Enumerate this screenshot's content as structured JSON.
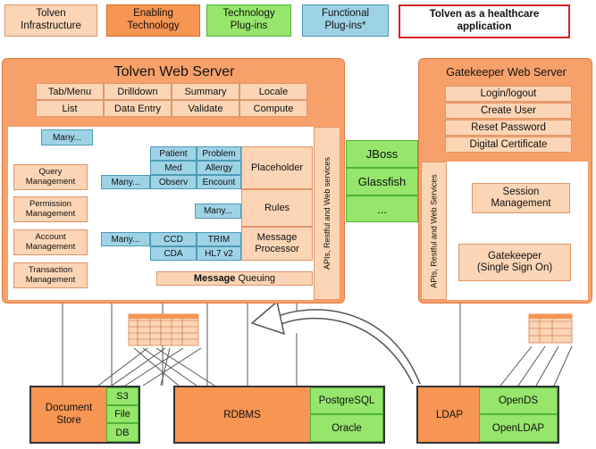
{
  "legend": {
    "infrastructure": "Tolven\nInfrastructure",
    "enabling": "Enabling\nTechnology",
    "technology_plugins": "Technology\nPlug-ins",
    "functional_plugins": "Functional\nPlug-ins*",
    "app": "Tolven as a healthcare\napplication"
  },
  "web_server": {
    "title": "Tolven Web Server",
    "menu": [
      "Tab/Menu",
      "Drilldown",
      "Summary",
      "Locale",
      "List",
      "Data Entry",
      "Validate",
      "Compute"
    ],
    "left_modules": [
      "Query\nManagement",
      "Permission\nManagement",
      "Account\nManagement",
      "Transaction\nManagement"
    ],
    "many": "Many...",
    "grid_top": [
      "Patient",
      "Problem",
      "Med",
      "Allergy",
      "Observ",
      "Encount"
    ],
    "grid_bottom": [
      "CCD",
      "TRIM",
      "CDA",
      "HL7 v2"
    ],
    "placeholder": "Placeholder",
    "rules": "Rules",
    "message_processor": "Message\nProcessor",
    "message_queuing_bold": "Message",
    "message_queuing_rest": " Queuing",
    "apis": "APIs, Restful  and Web services"
  },
  "middle": {
    "items": [
      "JBoss",
      "Glassfish",
      "..."
    ]
  },
  "gatekeeper": {
    "title": "Gatekeeper  Web Server",
    "items": [
      "Login/logout",
      "Create User",
      "Reset Password",
      "Digital Certificate"
    ],
    "apis": "APIs, Restful  and Web Services",
    "session": "Session\nManagement",
    "sso": "Gatekeeper\n(Single Sign On)"
  },
  "stores": {
    "document": {
      "label": "Document\nStore",
      "items": [
        "S3",
        "File",
        "DB"
      ]
    },
    "rdbms": {
      "label": "RDBMS",
      "items": [
        "PostgreSQL",
        "Oracle"
      ]
    },
    "ldap": {
      "label": "LDAP",
      "items": [
        "OpenDS",
        "OpenLDAP"
      ]
    }
  }
}
